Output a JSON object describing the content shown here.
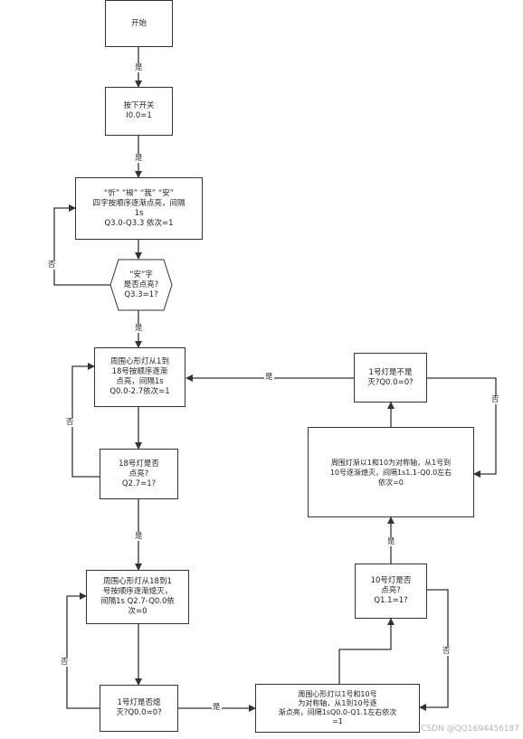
{
  "nodes": {
    "start": "开始",
    "press": "按下开关\nI0.0=1",
    "chars": "“忻” “椒” “我” “安”\n四字按顺序逐渐点亮，间隔\n1s\nQ3.0-Q3.3 依次=1",
    "q_an": "“安”字\n是否点亮?\nQ3.3=1?",
    "heart_on": "周围心形灯从1到\n18号按顺序逐渐\n点亮，间隔1s\nQ0.0-2.7依次=1",
    "q18": "18号灯是否\n点亮?\nQ2.7=1?",
    "heart_off": "周围心形灯从18到1\n号按顺序逐渐熄灭，\n间隔1s Q2.7-Q0.0依\n次=0",
    "q1off": "1号灯是否熄\n灭?Q0.0=0?",
    "sym_on": "周围心形灯以1号和10号\n为对称轴，从1到10号逐\n渐点亮，间隔1sQ0.0-Q1.1左右依次\n=1",
    "q10": "10号灯是否\n点亮?\nQ1.1=1?",
    "sym_off": "周围灯渐以1和10为对称轴，从1号到\n10号逐渐熄灭，间隔1s1.1-Q0.0左右\n依次=0",
    "q1not": "1号灯是不是\n灭?Q0.0=0?"
  },
  "labels": {
    "yes": "是",
    "no": "否"
  },
  "watermark": "CSDN @QQ1694456187"
}
